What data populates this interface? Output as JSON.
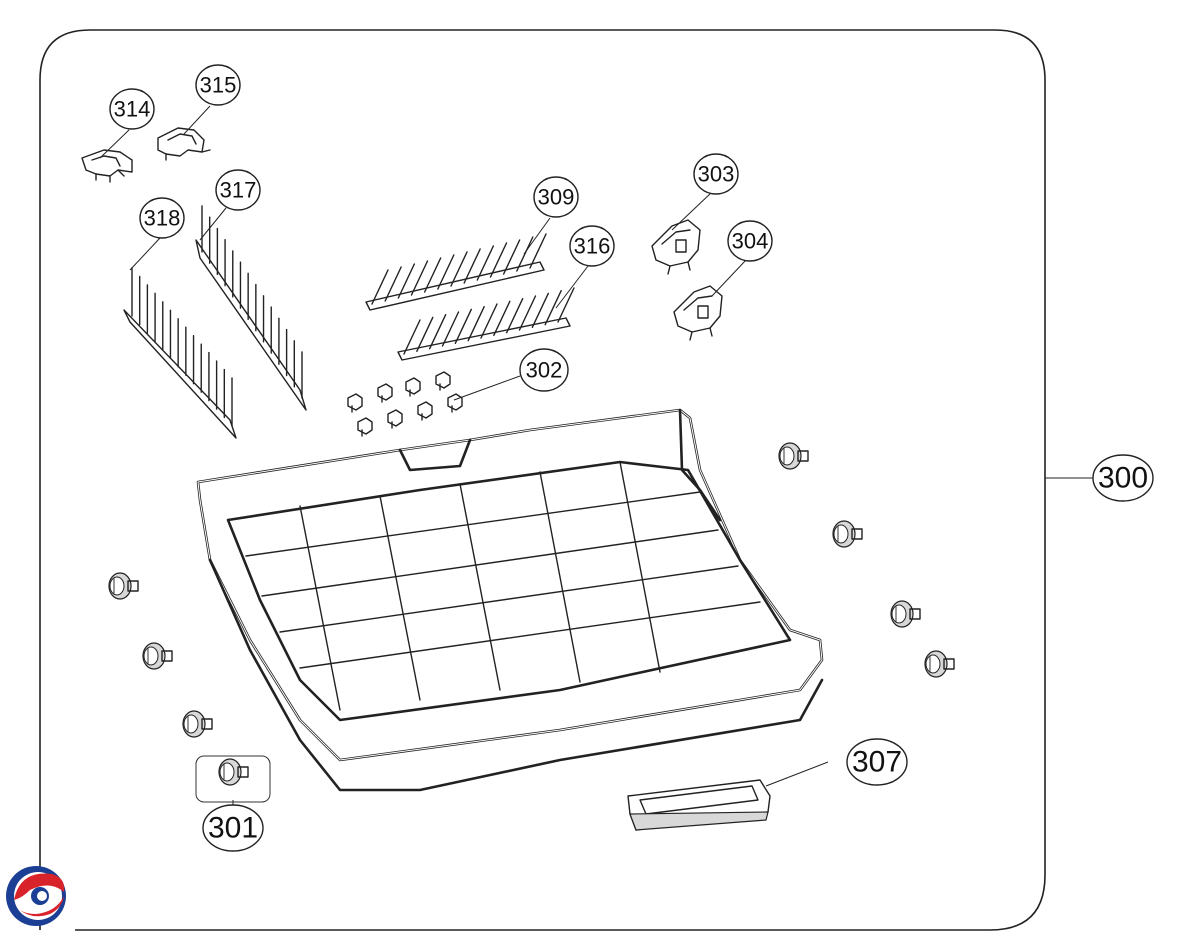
{
  "callouts": {
    "c300": "300",
    "c301": "301",
    "c302": "302",
    "c303": "303",
    "c304": "304",
    "c307": "307",
    "c309": "309",
    "c314": "314",
    "c315": "315",
    "c316": "316",
    "c317": "317",
    "c318": "318"
  },
  "colors": {
    "outline": "#222222",
    "logo_red": "#d8232a",
    "logo_blue": "#1b3f94"
  },
  "icons": {
    "logo": "brand-logo-icon"
  }
}
